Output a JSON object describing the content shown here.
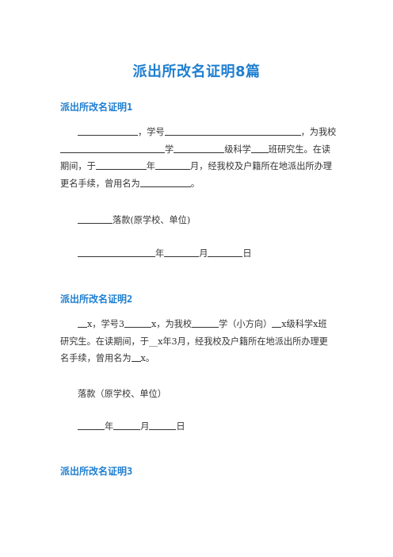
{
  "doc": {
    "title": "派出所改名证明8篇",
    "s1": {
      "heading": "派出所改名证明1",
      "l1a": "，学号",
      "l1b": "，为我校",
      "l2a": "学",
      "l2b": "级科学",
      "l2c": "班研究生。在读",
      "l3a": "期间，于",
      "l3b": "年",
      "l3c": "月，经我校及户籍所在地派出所办理",
      "l4a": "更名手续，曾用名为",
      "l4b": "。",
      "p2": "落款(原学校、单位)",
      "p3a": "年",
      "p3b": "月",
      "p3c": "日"
    },
    "s2": {
      "heading": "派出所改名证明2",
      "l1a": "x，学号3",
      "l1b": "x，为我校",
      "l1c": "学（小方向）",
      "l1d": "x级科学x班",
      "l2": "研究生。在读期间，于__x年3月，经我校及户籍所在地派出所办理更",
      "l3a": "名手续，曾用名为",
      "l3b": "x。",
      "p2": "落款（原学校、单位）",
      "p3a": "年",
      "p3b": "月",
      "p3c": "日"
    },
    "s3": {
      "heading": "派出所改名证明3"
    }
  }
}
